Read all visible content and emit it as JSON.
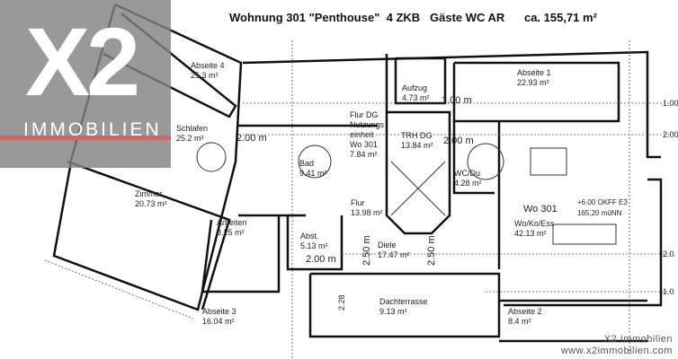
{
  "title": "Wohnung 301 \"Penthouse\"  4 ZKB   Gäste WC AR      ca. 155,71 m²",
  "logo": {
    "text": "X2",
    "subtitle": "IMMOBILIEN",
    "accent": "#e06060",
    "background": "#828282"
  },
  "rooms": [
    {
      "name": "Abseite 4",
      "area": "25.3 m²"
    },
    {
      "name": "Schlafen",
      "area": "25.2 m²"
    },
    {
      "name": "Bad",
      "area": "9.41 m²"
    },
    {
      "name": "Flur DG Nutzungs einheit Wo 301",
      "area": "7.84 m²"
    },
    {
      "name": "Aufzug",
      "area": "4.73 m²"
    },
    {
      "name": "TRH DG",
      "area": "13.84 m²"
    },
    {
      "name": "Abseite 1",
      "area": "22.93 m²"
    },
    {
      "name": "WC/Du",
      "area": "4.28 m²"
    },
    {
      "name": "Zimmer",
      "area": "20.73 m²"
    },
    {
      "name": "Arbeiten",
      "area": "8.25 m²"
    },
    {
      "name": "Abst.",
      "area": "5.13 m²"
    },
    {
      "name": "Flur",
      "area": "13.98 m²"
    },
    {
      "name": "Diele",
      "area": "17.47 m²"
    },
    {
      "name": "Wo/Ko/Ess",
      "area": "42.13 m²"
    },
    {
      "name": "Dachterrasse",
      "area": "9.13 m²"
    },
    {
      "name": "Abseite 2",
      "area": "8.4 m²"
    },
    {
      "name": "Abseite 3",
      "area": "16.04 m²"
    }
  ],
  "heights": [
    "2.00 m",
    "1.00 m",
    "2.00 m",
    "2.00 m",
    "2.50 m",
    "2.50 m"
  ],
  "unit_label": "Wo 301",
  "level": {
    "okff": "+6.00 OKFF E3",
    "nn": "165,20 müNN"
  },
  "dims": {
    "terrace": "2.28",
    "right_1": "1.00",
    "right_2": "2.00",
    "right_3": "2.0",
    "right_4": "1.0"
  },
  "watermark": {
    "name": "X2 Immobilien",
    "url": "www.x2immobilien.com"
  }
}
